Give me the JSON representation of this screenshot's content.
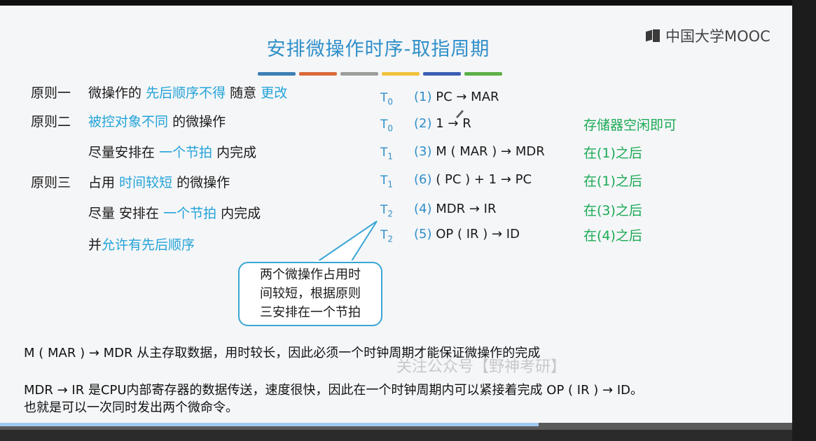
{
  "header": {
    "title": "安排微操作时序-取指周期",
    "logo_text": "中国大学MOOC",
    "color_bars": [
      "#3d7fb5",
      "#d96a3a",
      "#9c9c9c",
      "#f0c23b",
      "#3c5fb4",
      "#5cb047"
    ]
  },
  "principles": {
    "p1_label": "原则一",
    "p1_a": "微操作的",
    "p1_b": "先后顺序不得",
    "p1_c": "随意",
    "p1_d": "更改",
    "p2_label": "原则二",
    "p2_a": "被控对象不同",
    "p2_b": "的微操作",
    "p2_c": "尽量安排在",
    "p2_d": "一个节拍",
    "p2_e": "内完成",
    "p3_label": "原则三",
    "p3_a": "占用",
    "p3_b": "时间较短",
    "p3_c": "的微操作",
    "p3_d": "尽量 安排在",
    "p3_e": "一个节拍",
    "p3_f": "内完成",
    "p3_g": "并",
    "p3_h": "允许有先后顺序"
  },
  "ops": [
    {
      "t": "T",
      "sub": "0",
      "num": "(1)",
      "op": "PC → MAR",
      "note": ""
    },
    {
      "t": "T",
      "sub": "0",
      "num": "(2)",
      "op": "1 → R",
      "note": "存储器空闲即可"
    },
    {
      "t": "T",
      "sub": "1",
      "num": "(3)",
      "op": "M ( MAR ) → MDR",
      "note": "在(1)之后"
    },
    {
      "t": "T",
      "sub": "1",
      "num": "(6)",
      "op": "( PC ) + 1 → PC",
      "note": "在(1)之后"
    },
    {
      "t": "T",
      "sub": "2",
      "num": "(4)",
      "op": "MDR → IR",
      "note": "在(3)之后"
    },
    {
      "t": "T",
      "sub": "2",
      "num": "(5)",
      "op": "OP ( IR ) → ID",
      "note": "在(4)之后"
    }
  ],
  "callout": {
    "line1": "两个微操作占用时",
    "line2": "间较短，根据原则",
    "line3": "三安排在一个节拍"
  },
  "bottom": {
    "line1": "M ( MAR ) → MDR   从主存取数据，用时较长，因此必须一个时钟周期才能保证微操作的完成",
    "line2": "MDR → IR  是CPU内部寄存器的数据传送，速度很快，因此在一个时钟周期内可以紧接着完成 OP ( IR ) → ID。",
    "line3": "也就是可以一次同时发出两个微命令。"
  },
  "watermark": "关注公众号【野神考研】",
  "player": {
    "progress": 0.68
  }
}
